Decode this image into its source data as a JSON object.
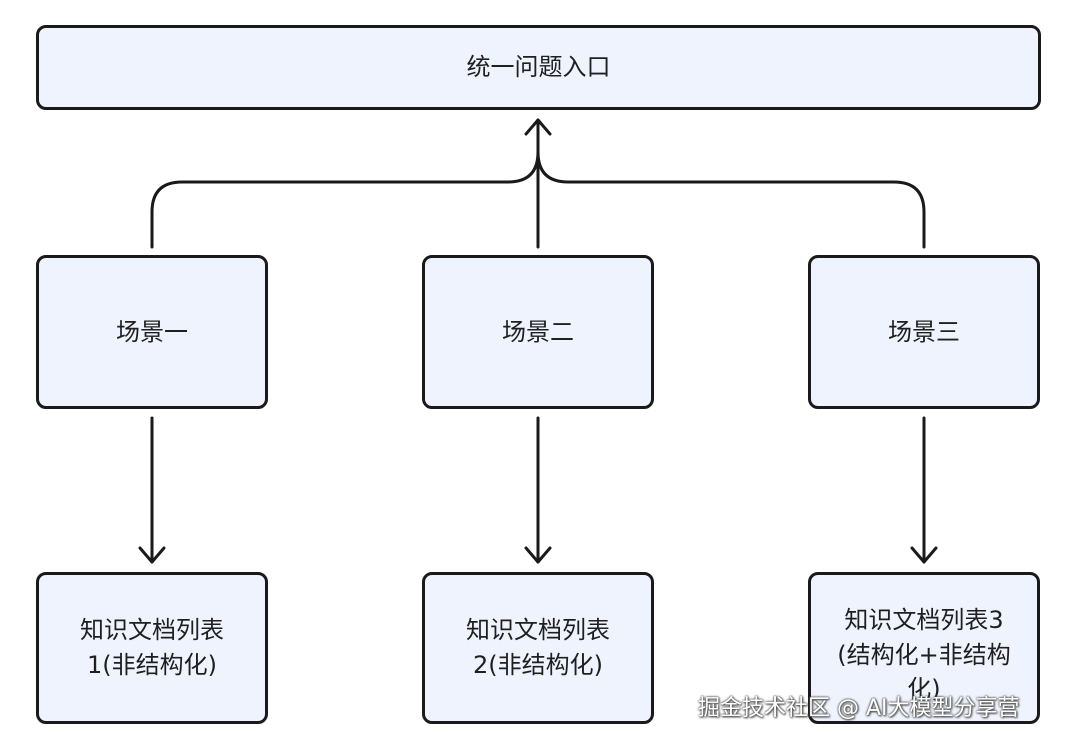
{
  "diagram": {
    "entry": {
      "label": "统一问题入口"
    },
    "scenes": [
      {
        "label": "场景一"
      },
      {
        "label": "场景二"
      },
      {
        "label": "场景三"
      }
    ],
    "knowledge_bases": [
      {
        "label": "知识文档列表\n1(非结构化)"
      },
      {
        "label": "知识文档列表\n2(非结构化)"
      },
      {
        "label": "知识文档列表3\n(结构化+非结构\n化)"
      }
    ]
  },
  "watermark": {
    "text": "掘金技术社区 @ AI大模型分享营"
  },
  "colors": {
    "node_fill": "#eff3fd",
    "stroke": "#1a1a1a"
  }
}
